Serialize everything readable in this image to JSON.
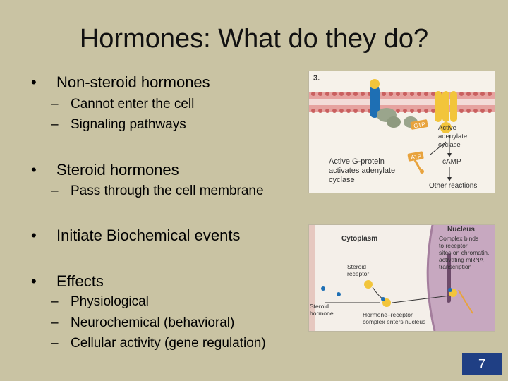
{
  "slide": {
    "title": "Hormones: What do they do?",
    "bullets": [
      {
        "text": "Non-steroid hormones",
        "subs": [
          "Cannot enter the cell",
          "Signaling pathways"
        ]
      },
      {
        "text": "Steroid hormones",
        "subs": [
          "Pass through the cell membrane"
        ]
      },
      {
        "text": "Initiate Biochemical events",
        "subs": []
      },
      {
        "text": "Effects",
        "subs": [
          "Physiological",
          "Neurochemical (behavioral)",
          "Cellular activity (gene regulation)"
        ]
      }
    ],
    "bullet_glyph": "•",
    "dash_glyph": "–",
    "page_number": "7"
  },
  "figure_top": {
    "panel_number": "3.",
    "labels": {
      "gtp": "GTP",
      "atp": "ATP",
      "active_adenylate_line1": "Active",
      "active_adenylate_line2": "adenylate",
      "active_adenylate_line3": "cyclase",
      "camp": "cAMP",
      "g_protein_line1": "Active G-protein",
      "g_protein_line2": "activates adenylate",
      "g_protein_line3": "cyclase",
      "other_reactions": "Other reactions"
    }
  },
  "figure_bottom": {
    "labels": {
      "cytoplasm": "Cytoplasm",
      "nucleus": "Nucleus",
      "complex_line1": "Complex binds",
      "complex_line2": "to receptor",
      "complex_line3": "sites on chromatin,",
      "complex_line4": "activating mRNA",
      "complex_line5": "transcription",
      "steroid_receptor_line1": "Steroid",
      "steroid_receptor_line2": "receptor",
      "steroid_hormone_line1": "Steroid",
      "steroid_hormone_line2": "hormone",
      "hr_complex_line1": "Hormone–receptor",
      "hr_complex_line2": "complex enters nucleus"
    }
  },
  "colors": {
    "background": "#c9c3a3",
    "page_number_bg": "#1f3f84",
    "membrane_red": "#c9605f",
    "receptor_blue": "#1e6fb4",
    "enzyme_yellow": "#f2c53b",
    "g_protein_gray": "#9aa58c",
    "nucleus_purple": "#c7a8c0"
  }
}
